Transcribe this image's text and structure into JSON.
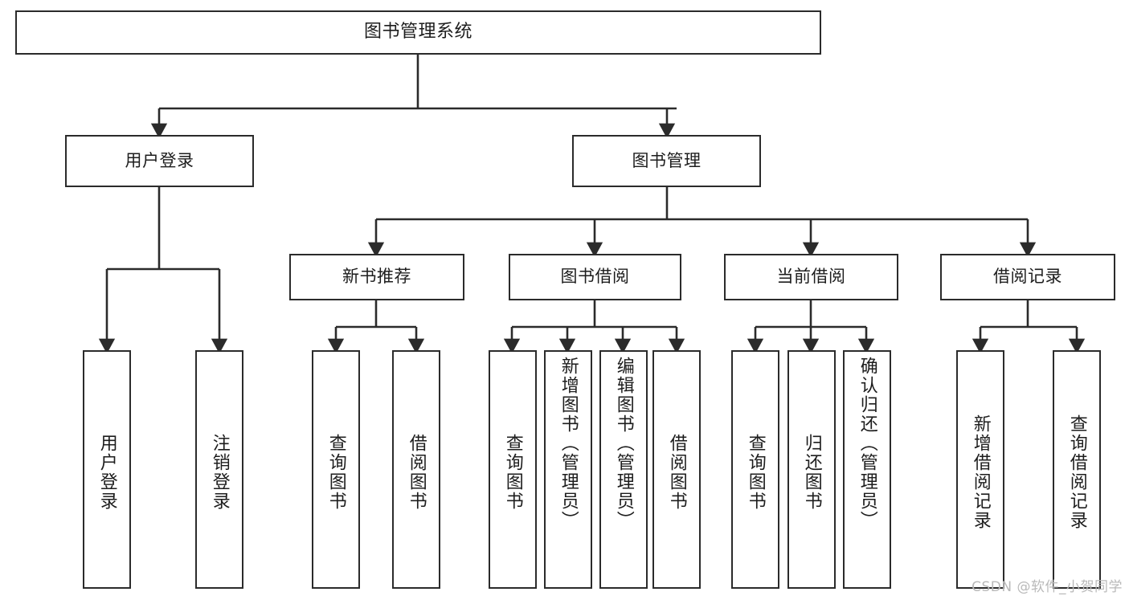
{
  "diagram": {
    "title": "图书管理系统",
    "type": "功能结构图",
    "colors": {
      "stroke": "#2b2b2b",
      "fill": "#ffffff",
      "text": "#1d1d1d",
      "watermark": "#b9b9b9"
    },
    "root": {
      "label": "图书管理系统"
    },
    "level1": [
      {
        "label": "用户登录"
      },
      {
        "label": "图书管理"
      }
    ],
    "level2": [
      {
        "label": "新书推荐"
      },
      {
        "label": "图书借阅"
      },
      {
        "label": "当前借阅"
      },
      {
        "label": "借阅记录"
      }
    ],
    "leaves": {
      "user_login": [
        {
          "label": "用户登录"
        },
        {
          "label": "注销登录"
        }
      ],
      "new_book": [
        {
          "label": "查询图书"
        },
        {
          "label": "借阅图书"
        }
      ],
      "book_borrow": [
        {
          "label": "查询图书"
        },
        {
          "label": "新增图书（管理员）"
        },
        {
          "label": "编辑图书（管理员）"
        },
        {
          "label": "借阅图书"
        }
      ],
      "current_borrow": [
        {
          "label": "查询图书"
        },
        {
          "label": "归还图书"
        },
        {
          "label": "确认归还（管理员）"
        }
      ],
      "borrow_record": [
        {
          "label": "新增借阅记录"
        },
        {
          "label": "查询借阅记录"
        }
      ]
    }
  },
  "watermark": {
    "text": "CSDN @软件_小贺同学"
  }
}
